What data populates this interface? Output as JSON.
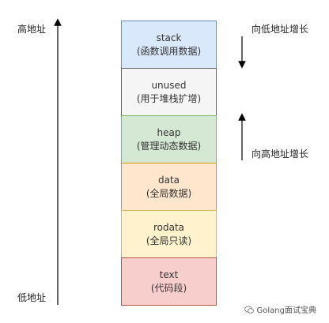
{
  "labels": {
    "high_address": "高地址",
    "low_address": "低地址",
    "grow_down": "向低地址增长",
    "grow_up": "向高地址增长"
  },
  "segments": [
    {
      "name": "stack",
      "desc": "(函数调用数据)",
      "fill": "#dae8fc",
      "stroke": "#6c8ebf"
    },
    {
      "name": "unused",
      "desc": "(用于堆栈扩增)",
      "fill": "#f5f5f5",
      "stroke": "#666666"
    },
    {
      "name": "heap",
      "desc": "(管理动态数据)",
      "fill": "#d5e8d4",
      "stroke": "#82b366"
    },
    {
      "name": "data",
      "desc": "(全局数据)",
      "fill": "#ffe6cc",
      "stroke": "#d79b00"
    },
    {
      "name": "rodata",
      "desc": "(全局只读)",
      "fill": "#fff2cc",
      "stroke": "#d6b656"
    },
    {
      "name": "text",
      "desc": "(代码段)",
      "fill": "#f8cecc",
      "stroke": "#b85450"
    }
  ],
  "watermark": "Golang面试宝典"
}
